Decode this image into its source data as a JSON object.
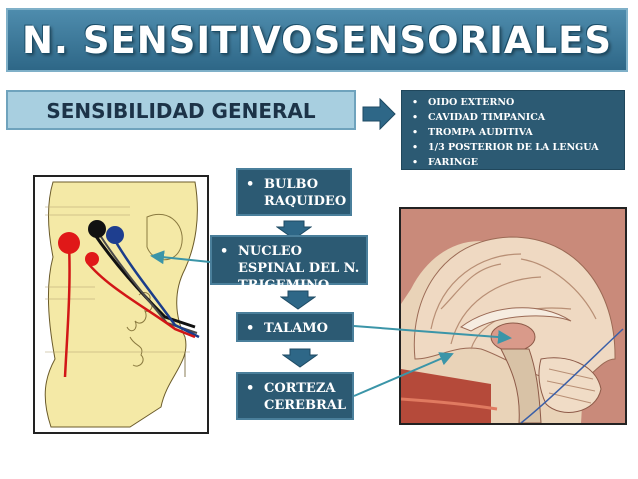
{
  "title": "N. SENSITIVOSENSORIALES",
  "section_label": "SENSIBILIDAD GENERAL",
  "list_items": [
    "OIDO EXTERNO",
    "CAVIDAD TIMPANICA",
    "TROMPA AUDITIVA",
    "1/3 POSTERIOR DE LA LENGUA",
    "FARINGE"
  ],
  "flow_steps": [
    "BULBO RAQUIDEO",
    "NUCLEO ESPINAL DEL N. TRIGEMINO",
    "TALAMO",
    "CORTEZA CEREBRAL"
  ],
  "bullet_glyph": "•",
  "colors": {
    "banner": "#3a7898",
    "section_box": "#a8cfe0",
    "dark_box": "#2c5a73",
    "arrow": "#2e6787",
    "pointer_line": "#3b95a8"
  },
  "icons": [
    "right-arrow-icon",
    "down-arrow-icon"
  ]
}
